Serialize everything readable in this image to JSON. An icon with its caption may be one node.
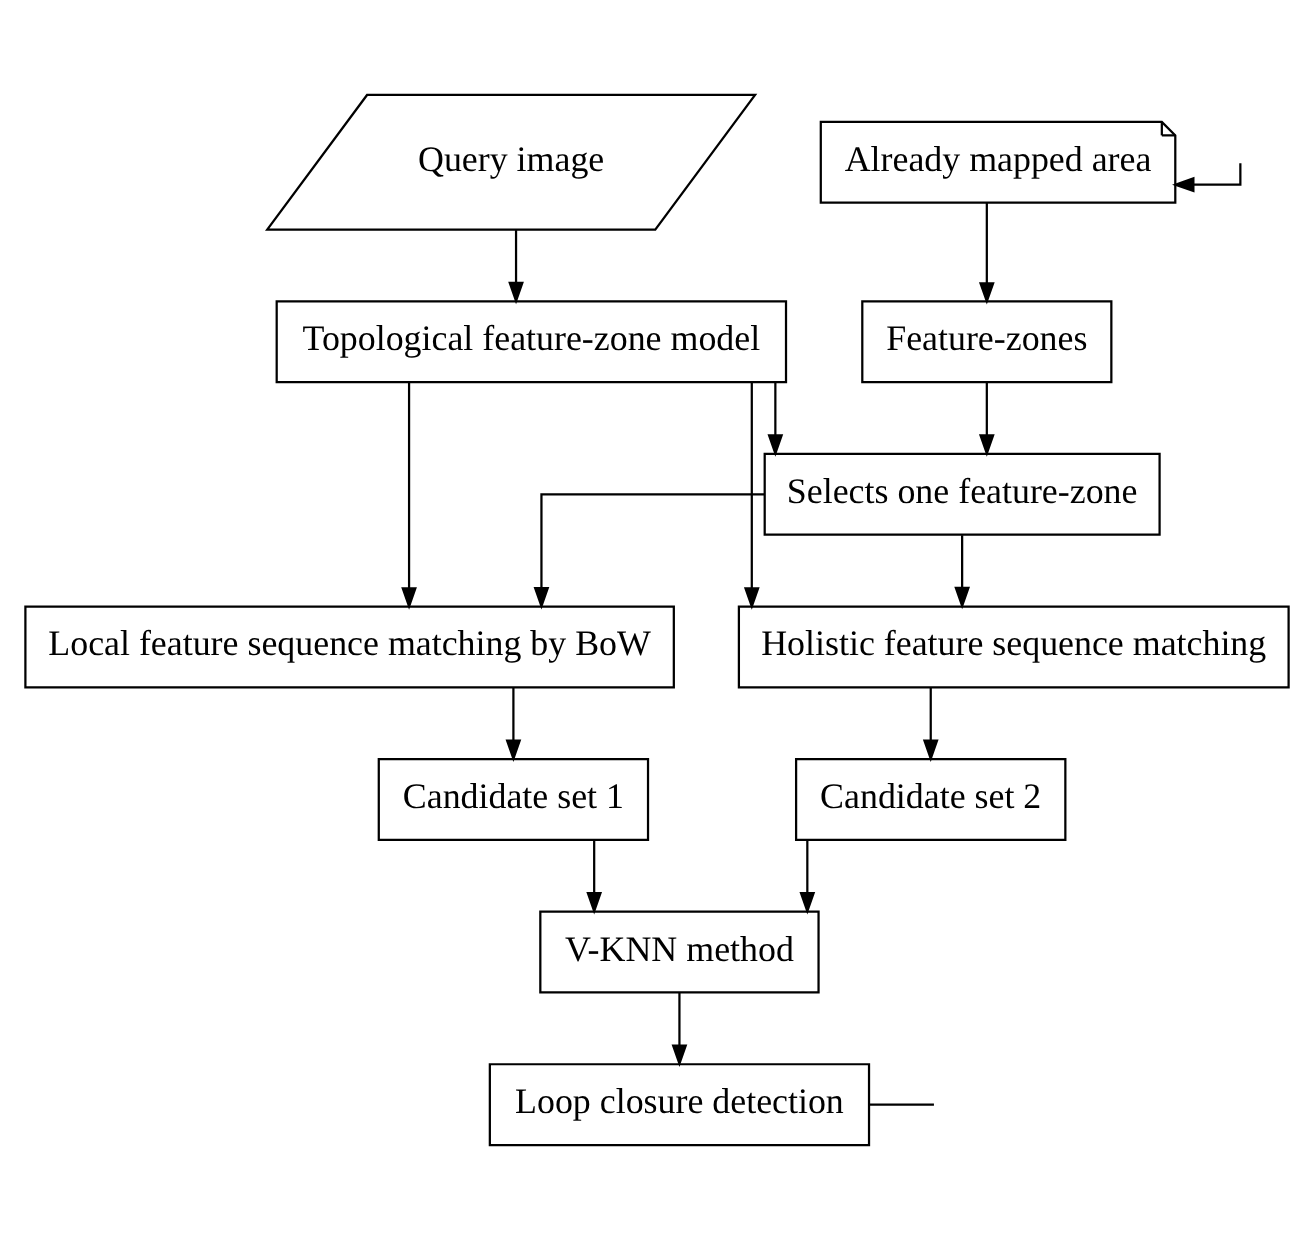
{
  "diagram": {
    "nodes": [
      {
        "text": [
          "Query image"
        ]
      },
      {
        "text": [
          "Already mapped area"
        ]
      },
      {
        "text": [
          "Feature-zones"
        ]
      },
      {
        "text": [
          "Topological feature-zone model"
        ]
      },
      {
        "text": [
          "Selects one feature-zone"
        ]
      },
      {
        "text": [
          "Local feature sequence matching by BoW"
        ]
      },
      {
        "text": [
          "Holistic feature sequence matching"
        ]
      },
      {
        "text": [
          "Candidate set 1"
        ]
      },
      {
        "text": [
          "Candidate set 2"
        ]
      },
      {
        "text": [
          "V-KNN method"
        ]
      },
      {
        "text": [
          "Loop closure detection"
        ]
      }
    ],
    "edges": [
      {
        "from": 0,
        "to": 3,
        "arrow": "to"
      },
      {
        "from": null,
        "to": 1,
        "arrow": "to"
      },
      {
        "from": 1,
        "to": 2,
        "arrow": "to"
      },
      {
        "from": 2,
        "to": 4,
        "arrow": "to"
      },
      {
        "from": 3,
        "to": 4,
        "arrow": "to"
      },
      {
        "from": 3,
        "to": 5,
        "arrow": "to"
      },
      {
        "from": 3,
        "to": 6,
        "arrow": "to"
      },
      {
        "from": 4,
        "to": 5,
        "arrow": "to"
      },
      {
        "from": 4,
        "to": 6,
        "arrow": "to"
      },
      {
        "from": 5,
        "to": 7,
        "arrow": "to"
      },
      {
        "from": 6,
        "to": 8,
        "arrow": "to"
      },
      {
        "from": 7,
        "to": 9,
        "arrow": "to"
      },
      {
        "from": 8,
        "to": 9,
        "arrow": "to"
      },
      {
        "from": 9,
        "to": 10,
        "arrow": "to"
      },
      {
        "from": 10,
        "to": null,
        "arrow": "none"
      }
    ]
  }
}
